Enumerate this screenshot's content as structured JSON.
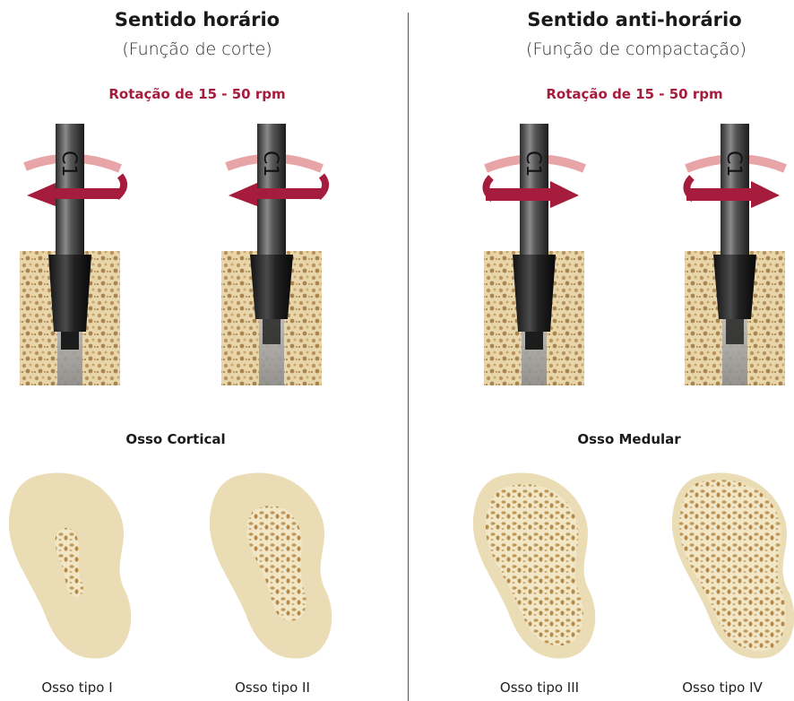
{
  "left": {
    "title": "Sentido horário",
    "subtitle": "(Função de corte)",
    "rpm": "Rotação de 15 - 50 rpm",
    "bone_heading": "Osso Cortical",
    "types": [
      "Osso tipo I",
      "Osso tipo II"
    ]
  },
  "right": {
    "title": "Sentido anti-horário",
    "subtitle": "(Função de compactação)",
    "rpm": "Rotação de 15 - 50 rpm",
    "bone_heading": "Osso Medular",
    "types": [
      "Osso tipo III",
      "Osso tipo IV"
    ]
  },
  "instrument_label": "C1",
  "colors": {
    "accent": "#a61c3c",
    "bone_cortical": "#eadcb4",
    "bone_trabecular": "#c9a56a",
    "block": "#e6d2a6"
  }
}
